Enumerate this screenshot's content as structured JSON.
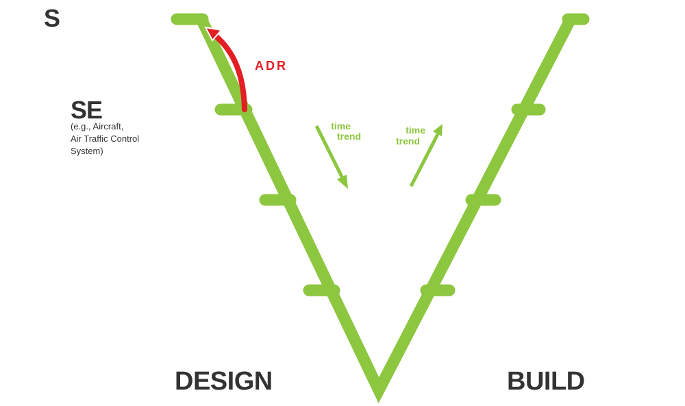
{
  "labels": {
    "s": "S",
    "se": "SE",
    "se_sub": "(e.g., Aircraft,\nAir Traffic Control\nSystem)",
    "design": "DESIGN",
    "build": "BUILD",
    "adr": "ADR",
    "time_trend_left": [
      "time",
      "trend"
    ],
    "time_trend_right": [
      "time",
      "trend"
    ]
  },
  "colors": {
    "v_green": "#8dc63f",
    "adr_red": "#e31e24",
    "text_dark": "#333333"
  }
}
